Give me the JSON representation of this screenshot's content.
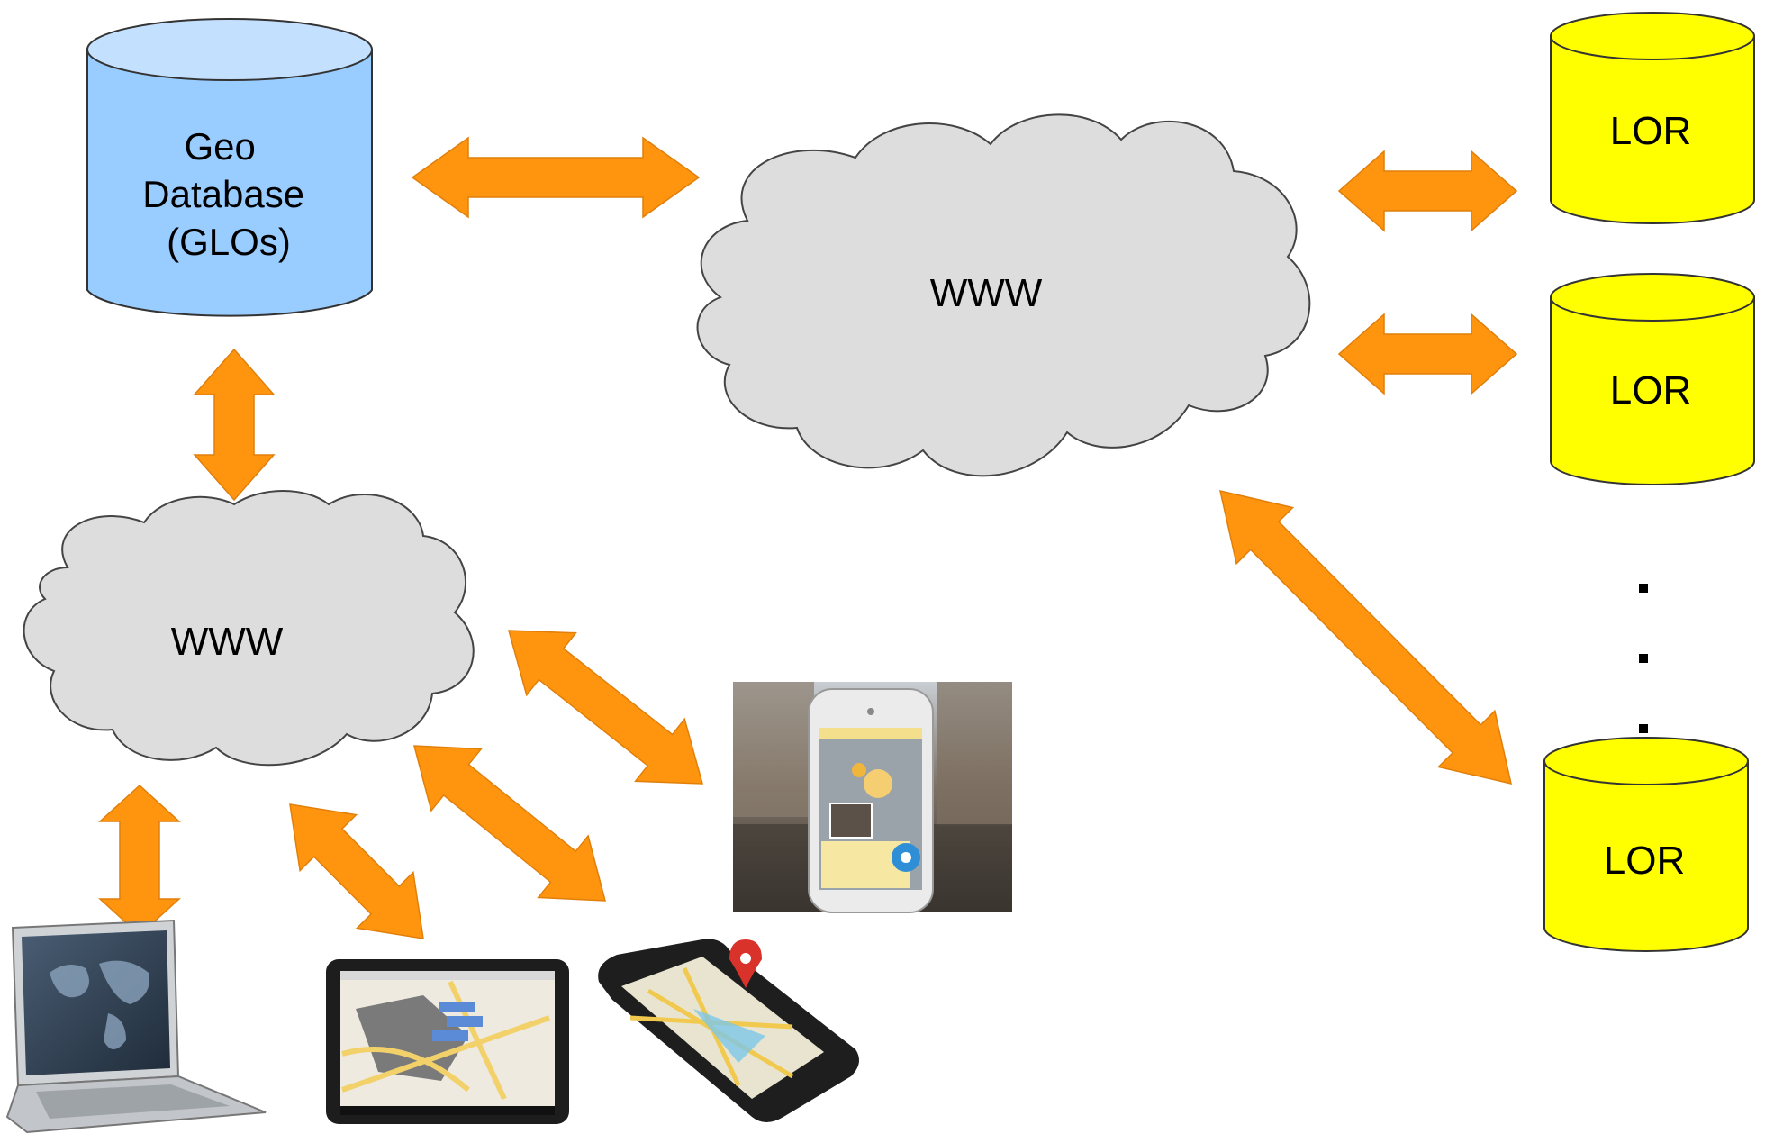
{
  "geo_database": {
    "lines": [
      "Geo",
      "Database",
      "(GLOs)"
    ]
  },
  "cloud_main": {
    "label": "WWW"
  },
  "cloud_client": {
    "label": "WWW"
  },
  "repositories": [
    {
      "label": "LOR"
    },
    {
      "label": "LOR"
    },
    {
      "label": "LOR"
    }
  ],
  "colors": {
    "geo_db_fill": "#99ccff",
    "geo_db_top": "#c4e0ff",
    "lor_fill": "#ffff00",
    "cloud_fill": "#dddddd",
    "cloud_stroke": "#444444",
    "arrow_fill": "#ff950e",
    "arrow_stroke": "#e07f0a"
  },
  "devices": [
    "laptop-image",
    "tablet-map-image",
    "smartphone-map-image",
    "phone-augmented-reality-image"
  ]
}
